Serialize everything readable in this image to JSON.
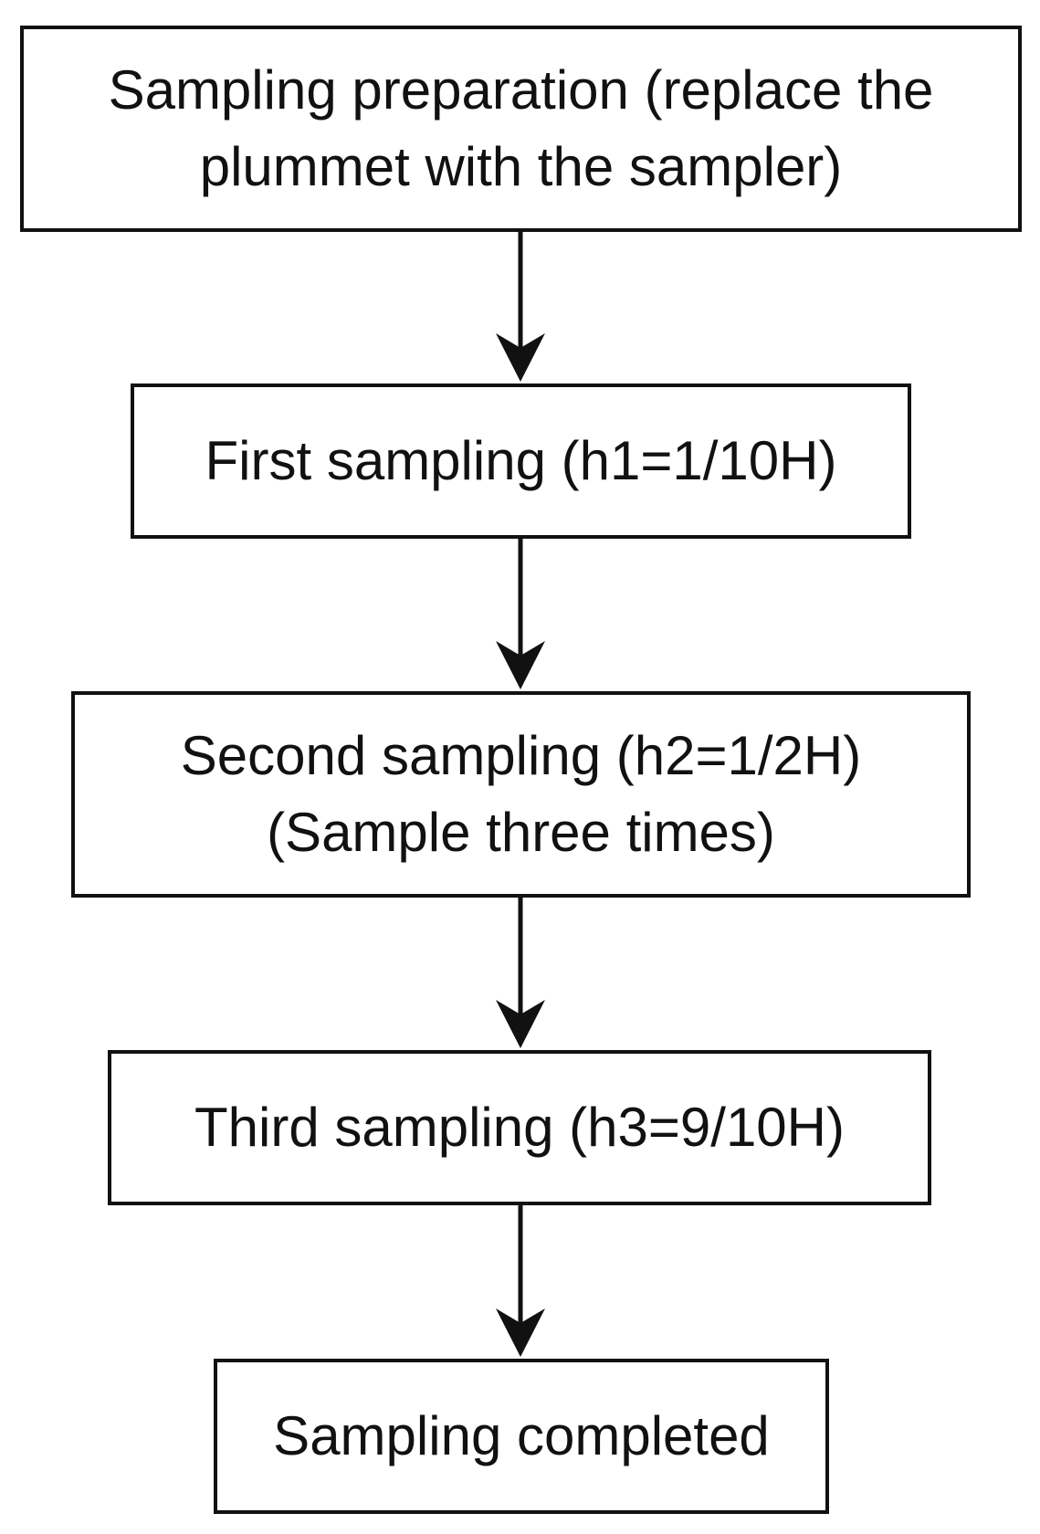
{
  "steps": [
    {
      "lines": [
        "Sampling preparation (replace the",
        "plummet with the sampler)"
      ]
    },
    {
      "lines": [
        "First sampling (h1=1/10H)"
      ]
    },
    {
      "lines": [
        "Second sampling (h2=1/2H)",
        "(Sample three times)"
      ]
    },
    {
      "lines": [
        "Third sampling (h3=9/10H)"
      ]
    },
    {
      "lines": [
        "Sampling completed"
      ]
    }
  ],
  "colors": {
    "stroke": "#111111",
    "background": "#ffffff"
  }
}
